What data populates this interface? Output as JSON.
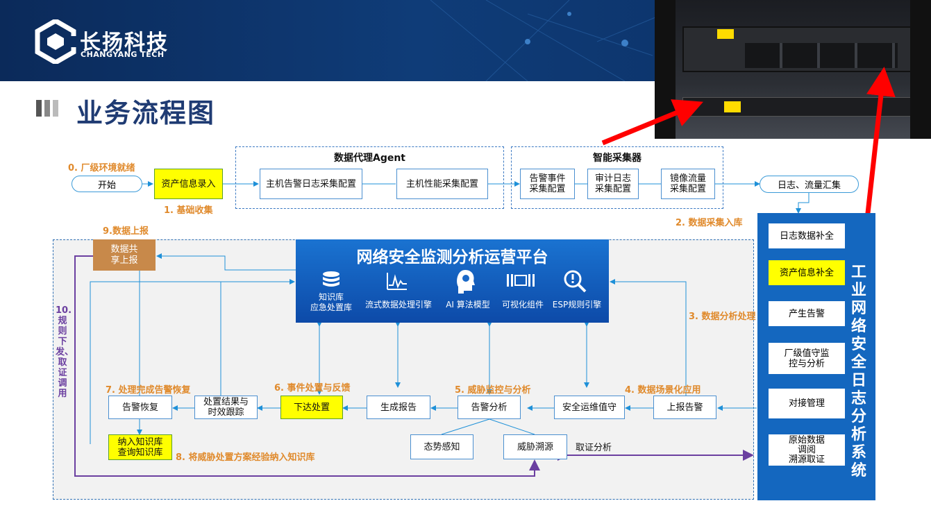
{
  "brand": {
    "cn": "长扬科技",
    "en": "CHANGYANG TECH"
  },
  "page_title": "业务流程图",
  "steps": {
    "s0": "0. 厂级环境就绪",
    "s1": "1. 基础收集",
    "s2": "2. 数据采集入库",
    "s3": "3. 数据分析处理",
    "s4": "4. 数据场景化应用",
    "s5": "5. 威胁监控与分析",
    "s6": "6. 事件处置与反馈",
    "s7": "7. 处理完成告警恢复",
    "s8": "8. 将威胁处置方案经验纳入知识库",
    "s9": "9.数据上报",
    "s10": "10.规则下发、取证调用"
  },
  "top_flow": {
    "start": "开始",
    "asset_entry": "资产信息录入",
    "agent_group": "数据代理Agent",
    "host_alarm_log": "主机告警日志采集配置",
    "host_perf": "主机性能采集配置",
    "collector_group": "智能采集器",
    "alarm_event": "告警事件采集配置",
    "audit_log": "审计日志采集配置",
    "mirror_flow": "镜像流量采集配置",
    "log_converge": "日志、流量汇集"
  },
  "platform": {
    "title": "网络安全监测分析运营平台",
    "items": [
      {
        "icon": "database-icon",
        "label": "知识库\n应急处置库"
      },
      {
        "icon": "waveform-icon",
        "label": "流式数据处理引擎"
      },
      {
        "icon": "ai-head-icon",
        "label": "AI 算法模型"
      },
      {
        "icon": "visual-icon",
        "label": "可视化组件"
      },
      {
        "icon": "search-icon",
        "label": "ESP规则引擎"
      }
    ]
  },
  "bottom_flow": {
    "data_share": "数据共享上报",
    "alarm_recover": "告警恢复",
    "result_track": "处置结果与时效跟踪",
    "dispatch": "下达处置",
    "gen_report": "生成报告",
    "alarm_analysis": "告警分析",
    "ops_duty": "安全运维值守",
    "report_alarm": "上报告警",
    "situation": "态势感知",
    "threat_trace": "威胁溯源",
    "forensic": "取证分析",
    "kb": "纳入知识库\n查询知识库"
  },
  "right_panel": {
    "title": "工业网络安全日志分析系统",
    "items": [
      "日志数据补全",
      "资产信息补全",
      "产生告警",
      "厂级值守监控与分析",
      "对接管理",
      "原始数据\n调阅\n溯源取证"
    ]
  },
  "colors": {
    "orange": "#e08a2c",
    "purple": "#6b3fa0",
    "blue": "#1467bf",
    "yellow": "#ffff00",
    "red_arrow": "#ff0000"
  }
}
